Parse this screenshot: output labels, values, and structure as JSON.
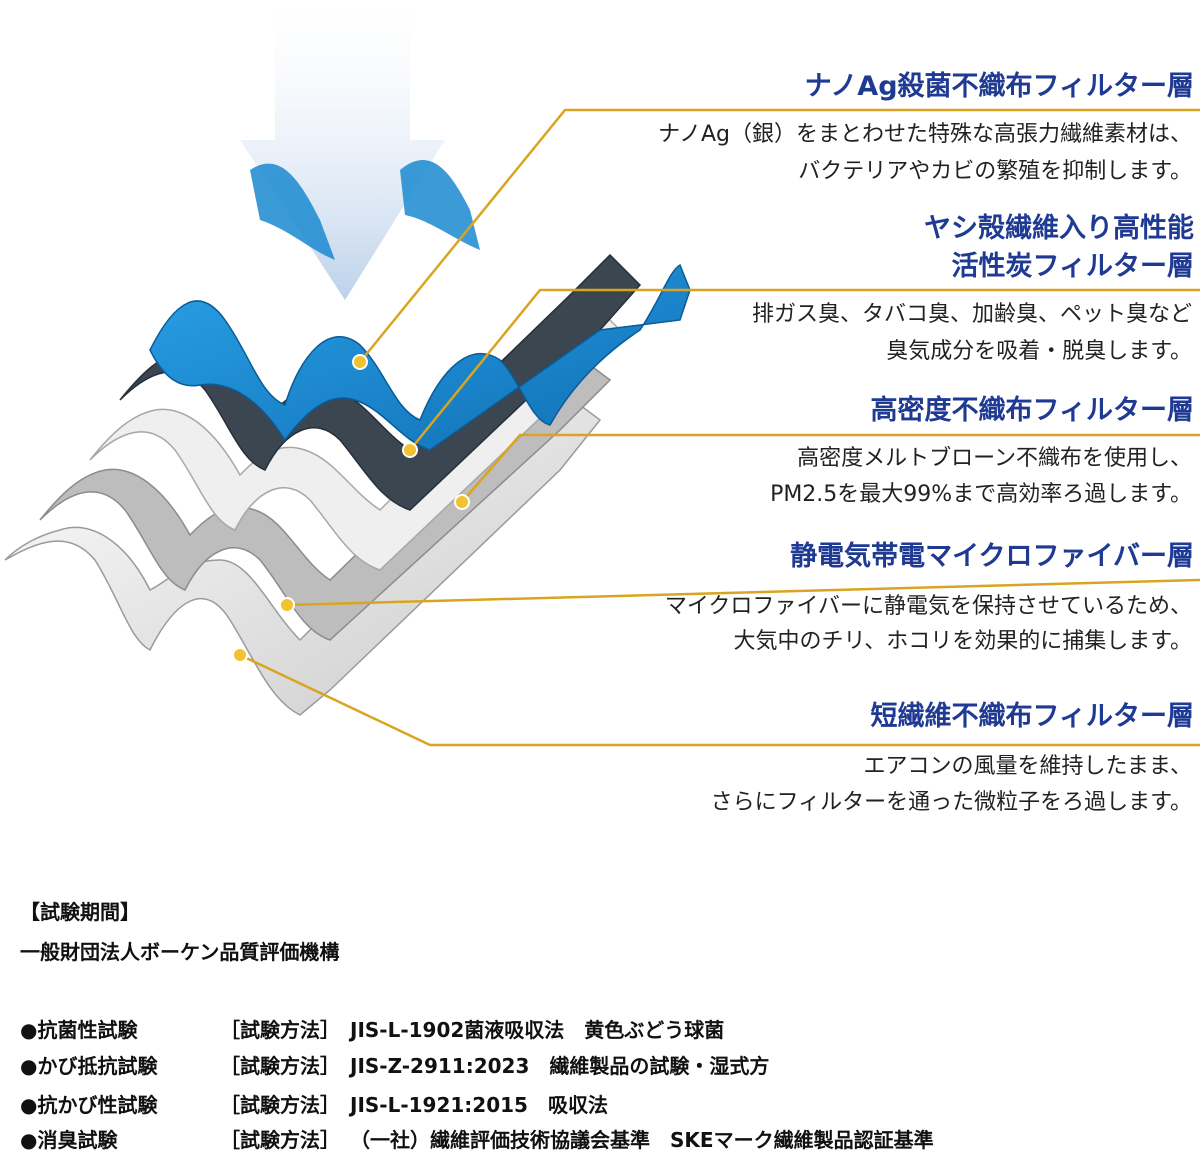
{
  "colors": {
    "title_blue": "#1f3a93",
    "leader_gold": "#d9a520",
    "filter_blue": "#1a8ad0",
    "carbon_gray": "#3c4650",
    "arrow_blue": "#c9daee"
  },
  "layers": [
    {
      "title": "ナノAg殺菌不織布フィルター層",
      "desc": [
        "ナノAg（銀）をまとわせた特殊な高張力繊維素材は、",
        "バクテリアやカビの繁殖を抑制します。"
      ]
    },
    {
      "title": [
        "ヤシ殻繊維入り高性能",
        "活性炭フィルター層"
      ],
      "desc": [
        "排ガス臭、タバコ臭、加齢臭、ペット臭など",
        "臭気成分を吸着・脱臭します。"
      ]
    },
    {
      "title": "高密度不織布フィルター層",
      "desc": [
        "高密度メルトブローン不織布を使用し、",
        "PM2.5を最大99%まで高効率ろ過します。"
      ]
    },
    {
      "title": "静電気帯電マイクロファイバー層",
      "desc": [
        "マイクロファイバーに静電気を保持させているため、",
        "大気中のチリ、ホコリを効果的に捕集します。"
      ]
    },
    {
      "title": "短繊維不織布フィルター層",
      "desc": [
        "エアコンの風量を維持したまま、",
        "さらにフィルターを通った微粒子をろ過します。"
      ]
    }
  ],
  "footer": {
    "period_label": "【試験期間】",
    "organization": "一般財団法人ボーケン品質評価機構",
    "tests": [
      {
        "name": "●抗菌性試験",
        "method": "［試験方法］",
        "standard": "JIS-L-1902菌液吸収法　黄色ぶどう球菌"
      },
      {
        "name": "●かび抵抗試験",
        "method": "［試験方法］",
        "standard": "JIS-Z-2911:2023　繊維製品の試験・湿式方"
      },
      {
        "name": "●抗かび性試験",
        "method": "［試験方法］",
        "standard": "JIS-L-1921:2015　吸収法"
      },
      {
        "name": "●消臭試験",
        "method": "［試験方法］",
        "standard": "（一社）繊維評価技術協議会基準　SKEマーク繊維製品認証基準"
      }
    ]
  }
}
